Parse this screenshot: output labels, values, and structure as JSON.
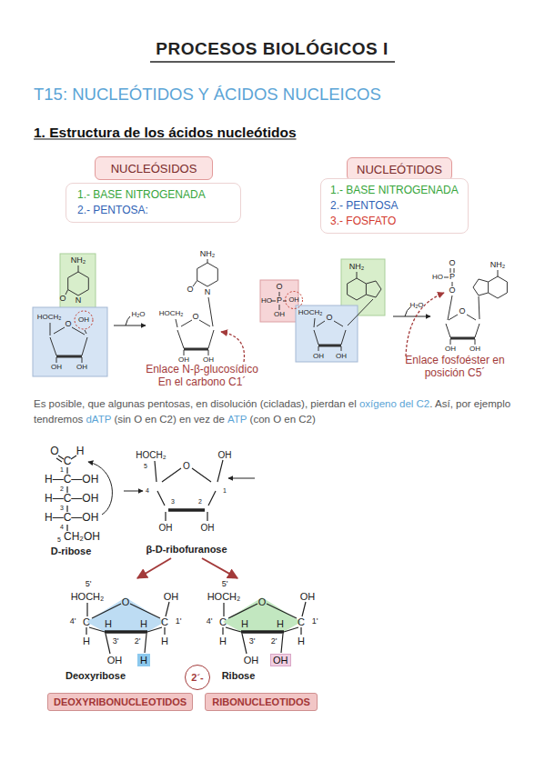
{
  "diagram": {
    "title": "PROCESOS BIOLÓGICOS I",
    "nodes": [
      {
        "text": [
          "NUCLEÓSIDOS"
        ]
      },
      {
        "text": [
          "1.- BASE NITROGENADA",
          "2.- PENTOSA:"
        ]
      },
      {
        "text": [
          "NUCLEÓTIDOS"
        ]
      },
      {
        "text": [
          "1.- BASE NITROGENADA",
          "2.- PENTOSA",
          "3.- FOSFATO"
        ]
      },
      {
        "text": [
          "H"
        ]
      },
      {
        "text": [
          "OH"
        ]
      },
      {
        "text": [
          "2´-"
        ]
      },
      {
        "text": [
          "DEOXYRIBONUCLEOTIDOS"
        ]
      },
      {
        "text": [
          "RIBONUCLEOTIDOS"
        ]
      }
    ],
    "labels": [
      "Es posible, que algunas pentosas, en disolución (cicladas), pierdan el",
      "oxígeno del C2",
      ". Así, por ejemplo tendremos",
      "dATP",
      "(sin O en C2) en vez de",
      "ATP",
      "(con O en C2)",
      "T15: NUCLEÓTIDOS Y ÁCIDOS NUCLEICOS",
      "1. Estructura de los ácidos nucleótidos",
      "Enlace N-β-glucosídico En el carbono C1´",
      "Enlace fosfoéster en posición C5´",
      "H₂O",
      "H₂O",
      "NH₂",
      "O",
      "N",
      "OH",
      "HOCH₂",
      "O",
      "OH",
      "OH",
      "NH₂",
      "O",
      "N",
      "HOCH₂",
      "O",
      "OH",
      "OH",
      "O",
      "HO",
      "P",
      "OH",
      "OH",
      "NH₂",
      "HOCH₂",
      "O",
      "OH",
      "OH",
      "O",
      "HO",
      "P",
      "O",
      "NH₂",
      "O",
      "OH",
      "OH",
      "O",
      "H",
      "C",
      "H—C—OH",
      "H—C—OH",
      "H—C—OH",
      "CH₂OH",
      "1",
      "2",
      "3",
      "4",
      "5",
      "D-ribose",
      "HOCH₂",
      "5",
      "O",
      "OH",
      "4",
      "1",
      "3",
      "2",
      "OH",
      "OH",
      "β-D-ribofuranose",
      "5'",
      "HOCH₂",
      "O",
      "OH",
      "4'",
      "C",
      "C",
      "1'",
      "H",
      "H",
      "3'",
      "2'",
      "H",
      "H",
      "OH",
      "5'",
      "HOCH₂",
      "O",
      "OH",
      "4'",
      "C",
      "C",
      "1'",
      "H",
      "H",
      "3'",
      "2'",
      "H",
      "H",
      "OH",
      "Deoxyribose",
      "Ribose"
    ]
  }
}
